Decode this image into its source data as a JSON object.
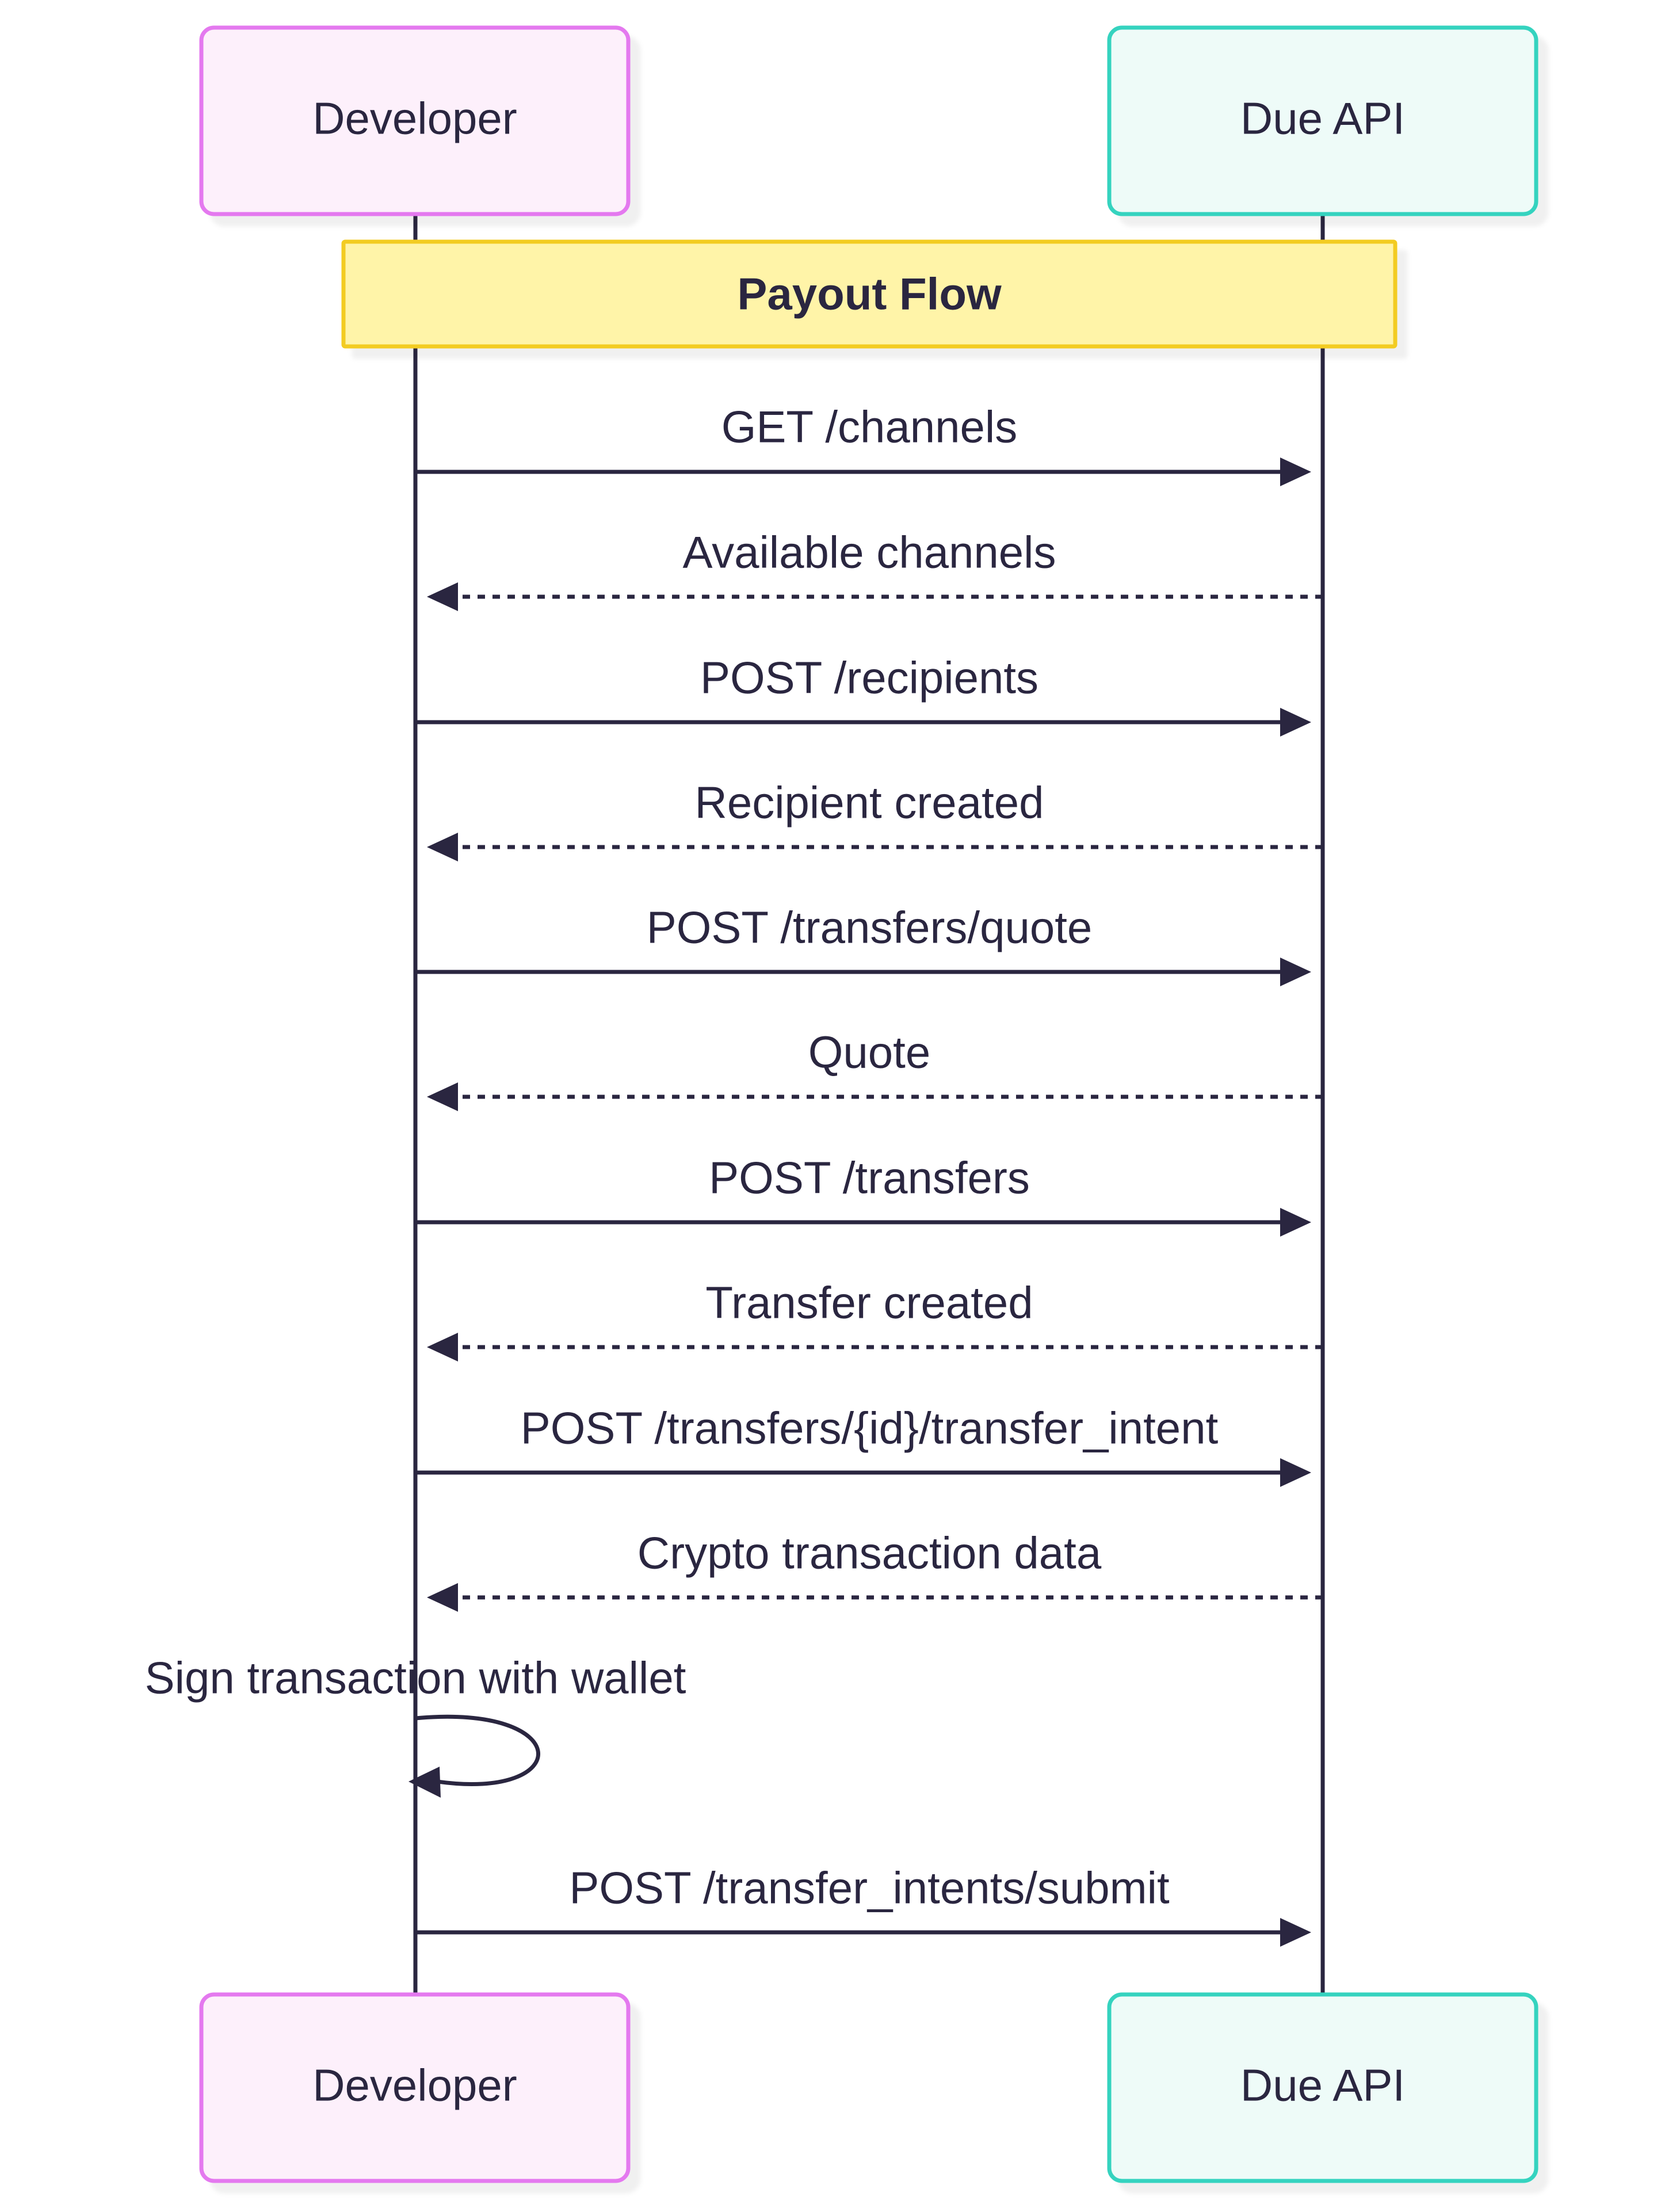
{
  "participants": [
    {
      "id": "dev",
      "label": "Developer",
      "fill": "#fdf0fb",
      "stroke": "#e479ef"
    },
    {
      "id": "api",
      "label": "Due API",
      "fill": "#eefbf8",
      "stroke": "#34d3bf"
    }
  ],
  "note": {
    "label": "Payout Flow",
    "fill": "#fff4a8",
    "stroke": "#f3cc22"
  },
  "messages": [
    {
      "from": "dev",
      "to": "api",
      "label": "GET /channels",
      "style": "solid"
    },
    {
      "from": "api",
      "to": "dev",
      "label": "Available channels",
      "style": "dashed"
    },
    {
      "from": "dev",
      "to": "api",
      "label": "POST /recipients",
      "style": "solid"
    },
    {
      "from": "api",
      "to": "dev",
      "label": "Recipient created",
      "style": "dashed"
    },
    {
      "from": "dev",
      "to": "api",
      "label": "POST /transfers/quote",
      "style": "solid"
    },
    {
      "from": "api",
      "to": "dev",
      "label": "Quote",
      "style": "dashed"
    },
    {
      "from": "dev",
      "to": "api",
      "label": "POST /transfers",
      "style": "solid"
    },
    {
      "from": "api",
      "to": "dev",
      "label": "Transfer created",
      "style": "dashed"
    },
    {
      "from": "dev",
      "to": "api",
      "label": "POST /transfers/{id}/transfer_intent",
      "style": "solid"
    },
    {
      "from": "api",
      "to": "dev",
      "label": "Crypto transaction data",
      "style": "dashed"
    },
    {
      "from": "dev",
      "to": "dev",
      "label": "Sign transaction with wallet",
      "style": "solid"
    },
    {
      "from": "dev",
      "to": "api",
      "label": "POST /transfer_intents/submit",
      "style": "solid"
    }
  ]
}
